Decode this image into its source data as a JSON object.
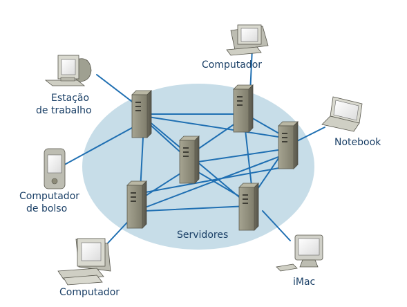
{
  "labels": {
    "server_cluster": "Servidores",
    "workstation_line1": "Estação",
    "workstation_line2": "de trabalho",
    "computer_top": "Computador",
    "notebook": "Notebook",
    "handheld_line1": "Computador",
    "handheld_line2": "de bolso",
    "computer_bottom": "Computador",
    "imac": "iMac"
  },
  "colors": {
    "cluster_fill": "#c7dde8",
    "link_line": "#1f6fb2",
    "server_body": "#8c8a78",
    "label_text": "#1a3f66"
  },
  "icons": {
    "server": "tower-server-icon",
    "desktop": "desktop-computer-icon",
    "laptop": "laptop-icon",
    "pda": "handheld-pda-icon",
    "imac": "imac-icon",
    "crt_workstation": "crt-workstation-icon"
  }
}
